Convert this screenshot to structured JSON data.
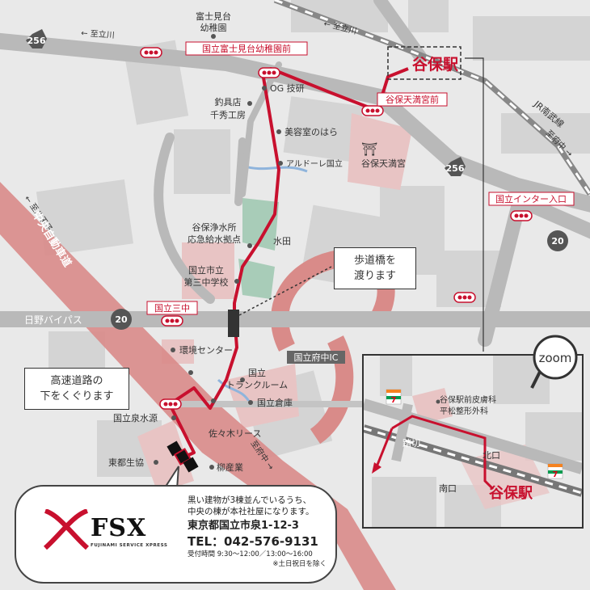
{
  "labels": {
    "yaho_station": "谷保駅",
    "fujimidai_kindergarten": "富士見台\n幼稚園",
    "bus_stop_fujimidai": "国立富士見台幼稚園前",
    "yaho_tenmangu_mae": "谷保天満宮前",
    "og": "OG 技研",
    "tsurigu": "釣具店\n千秀工房",
    "biyoshitsu": "美容室のはら",
    "arudore": "アルドーレ国立",
    "tenmangu": "谷保天満宮",
    "jr_line": "JR南武線",
    "to_tachikawa_1": "← 至立川",
    "to_tachikawa_2": "← 至立川",
    "to_fuchu": "至府中 →",
    "to_hachioji": "← 至八王子",
    "interchange_entrance": "国立インター入口",
    "water_plant": "谷保浄水所\n応急給水拠点",
    "suiden": "水田",
    "school": "国立市立\n第三中学校",
    "kunitachi_sanchu": "国立三中",
    "hodokyo": "歩道橋を\n渡ります",
    "expressway": "中央自動車道",
    "hino_bypass": "日野バイパス",
    "fuchu_ic": "国立府中IC",
    "kankyo_center": "環境センター",
    "trunk_room": "国立\nトランクルーム",
    "kunitachi_soko": "国立倉庫",
    "sasaki_lease": "佐々木リース",
    "izumi_suigen": "国立泉水源",
    "tokyo_seikyo": "東都生協",
    "yanagi": "柳産業",
    "to_fuchu_2": "至府中 →",
    "under_road": "高速道路の\n下をくぐります",
    "route_256_a": "256",
    "route_256_b": "256",
    "route_20_a": "20",
    "route_20_b": "20",
    "shrine_symbol": "⛩"
  },
  "zoom": {
    "label": "zoom",
    "clinic": "谷保駅前皮膚科\n平松整形外科",
    "fumikiri": "踏切",
    "north_exit": "北口",
    "south_exit": "南口",
    "station": "谷保駅"
  },
  "info": {
    "note_1": "黒い建物が3棟並んでいるうち、",
    "note_2": "中央の棟が本社社屋になります。",
    "address": "東京都国立市泉1-12-3",
    "tel": "TEL：042-576-9131",
    "hours": "受付時間 9:30〜12:00／13:00〜16:00",
    "closed": "※土日祝日を除く",
    "logo_text": "FSX",
    "logo_sub": "FUJINAMI SERVICE XPRESS"
  },
  "colors": {
    "route": "#c8102e",
    "road": "#b9b9b9",
    "expressway": "#d98b89",
    "building": "#cfcfcf",
    "pink_area": "#e8c4c4",
    "green": "#a8ccb8",
    "water": "#8fb4dc"
  }
}
